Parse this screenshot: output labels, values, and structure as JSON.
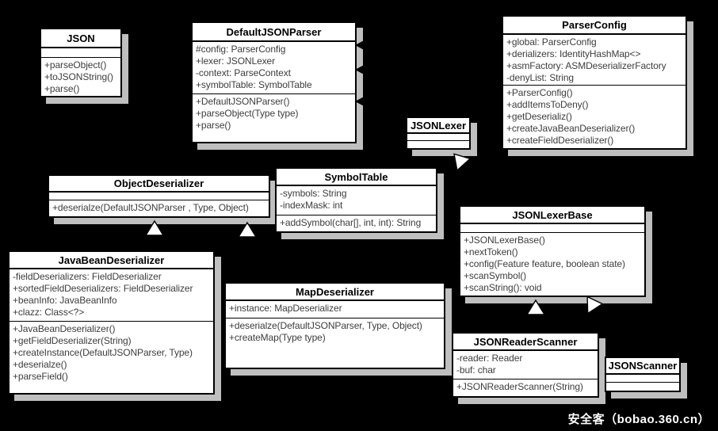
{
  "colors": {
    "background": "#000000",
    "box_fill": "#ffffff",
    "box_border": "#000000",
    "box_shadow": "#bfbfbf",
    "title_text": "#000000",
    "member_text": "#3d3d3d",
    "association_arrow": "#000000",
    "generalization_arrow_fill": "#ffffff",
    "watermark_text": "#ffffff"
  },
  "watermark": {
    "text": "安全客（bobao.360.cn）"
  },
  "diagram": {
    "type": "uml-class-diagram",
    "classes": [
      {
        "id": "json",
        "name": "JSON",
        "attributes": [],
        "methods": [
          "+parseObject()",
          "+toJSONString()",
          "+parse()"
        ]
      },
      {
        "id": "default-json-parser",
        "name": "DefaultJSONParser",
        "attributes": [
          "#config: ParserConfig",
          "+lexer: JSONLexer",
          "-context: ParseContext",
          "+symbolTable: SymbolTable"
        ],
        "methods": [
          "+DefaultJSONParser()",
          "+parseObject(Type type)",
          "+parse()"
        ]
      },
      {
        "id": "parser-config",
        "name": "ParserConfig",
        "attributes": [
          "+global: ParserConfig",
          "+derializers: IdentityHashMap<>",
          "+asmFactory: ASMDeserializerFactory",
          "-denyList: String"
        ],
        "methods": [
          "+ParserConfig()",
          "+addItemsToDeny()",
          "+getDeserializ()",
          "+createJavaBeanDeserializer()",
          "+createFieldDeserializer()"
        ]
      },
      {
        "id": "json-lexer",
        "name": "JSONLexer",
        "attributes": [],
        "methods": []
      },
      {
        "id": "object-deserializer",
        "name": "ObjectDeserializer",
        "attributes": [],
        "methods": [
          "+deserialze(DefaultJSONParser , Type, Object)"
        ]
      },
      {
        "id": "symbol-table",
        "name": "SymbolTable",
        "attributes": [
          "-symbols: String",
          "-indexMask: int"
        ],
        "methods": [
          "+addSymbol(char[], int, int): String"
        ]
      },
      {
        "id": "json-lexer-base",
        "name": "JSONLexerBase",
        "attributes": [],
        "methods": [
          "+JSONLexerBase()",
          "+nextToken()",
          "+config(Feature feature, boolean state)",
          "+scanSymbol()",
          "+scanString(): void"
        ]
      },
      {
        "id": "java-bean-deserializer",
        "name": "JavaBeanDeserializer",
        "attributes": [
          "-fieldDeserializers: FieldDeserializer",
          "+sortedFieldDeserializers: FieldDeserializer",
          "+beanInfo: JavaBeanInfo",
          "+clazz: Class<?>"
        ],
        "methods": [
          "+JavaBeanDeserializer()",
          "+getFieldDeserializer(String)",
          "+createInstance(DefaultJSONParser, Type)",
          "+deserialze()",
          "+parseField()"
        ]
      },
      {
        "id": "map-deserializer",
        "name": "MapDeserializer",
        "attributes": [
          "+instance: MapDeserializer"
        ],
        "methods": [
          "+deserialze(DefaultJSONParser, Type, Object)",
          "+createMap(Type type)"
        ]
      },
      {
        "id": "json-reader-scanner",
        "name": "JSONReaderScanner",
        "attributes": [
          "-reader: Reader",
          "-buf: char"
        ],
        "methods": [
          "+JSONReaderScanner(String)"
        ]
      },
      {
        "id": "json-scanner",
        "name": "JSONScanner",
        "attributes": [],
        "methods": []
      }
    ],
    "relationships": [
      {
        "type": "association",
        "into": "DefaultJSONParser",
        "arrowheads": 3
      },
      {
        "type": "generalization",
        "from": "JSONLexerBase",
        "to": "JSONLexer"
      },
      {
        "type": "generalization",
        "from": "JavaBeanDeserializer",
        "to": "ObjectDeserializer"
      },
      {
        "type": "generalization",
        "from": "MapDeserializer",
        "to": "ObjectDeserializer"
      },
      {
        "type": "generalization",
        "from": "JSONReaderScanner",
        "to": "JSONLexerBase"
      },
      {
        "type": "generalization",
        "from": "JSONScanner",
        "to": "JSONLexerBase"
      }
    ]
  }
}
